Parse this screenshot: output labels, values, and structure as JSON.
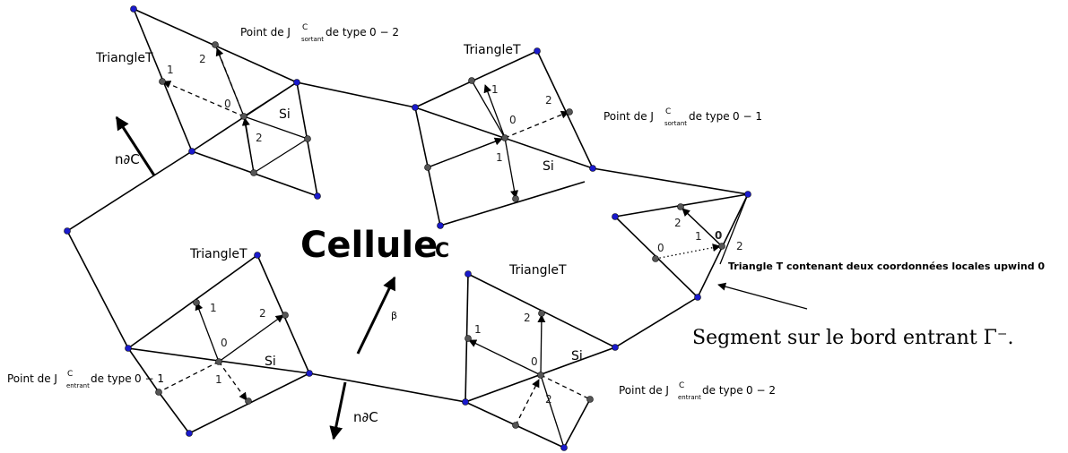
{
  "cell_label": {
    "main": "Cellule",
    "letter": "C"
  },
  "triangle_labels": [
    "TriangleT",
    "TriangleT",
    "TriangleT",
    "TriangleT"
  ],
  "point_types": [
    {
      "prefix": "Point de J",
      "sup": "C",
      "sub": "sortant",
      "suffix": "de type",
      "type": "0 − 2"
    },
    {
      "prefix": "Point de J",
      "sup": "C",
      "sub": "sortant",
      "suffix": "de type",
      "type": "0 − 1"
    },
    {
      "prefix": "Point de J",
      "sup": "C",
      "sub": "entrant",
      "suffix": "de type",
      "type": "0 − 1"
    },
    {
      "prefix": "Point de J",
      "sup": "C",
      "sub": "entrant",
      "suffix": "de type",
      "type": "0 − 2"
    }
  ],
  "normal_labels": [
    "n∂C",
    "n∂C"
  ],
  "beta_label": "β",
  "si_label": "Si",
  "upwind_caption": "Triangle T contenant deux coordonnées locales upwind 0",
  "boundary_caption": "Segment sur le bord entrant Γ⁻."
}
